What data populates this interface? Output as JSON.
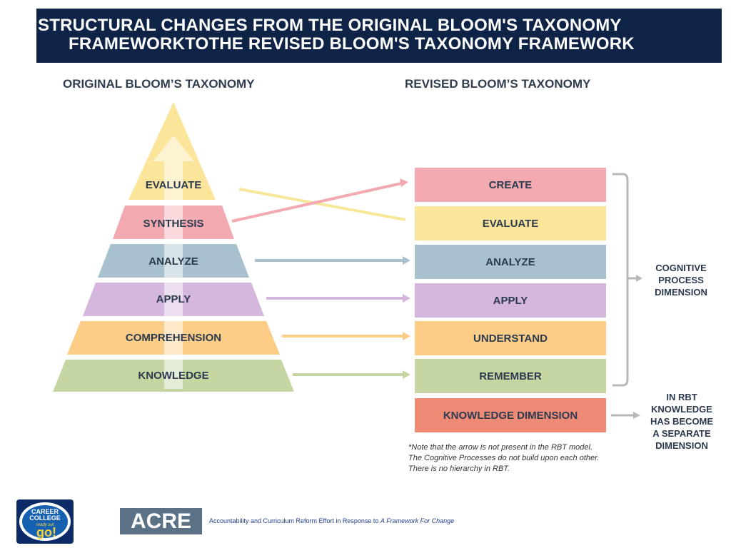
{
  "header": {
    "line1": "STRUCTURAL CHANGES FROM THE ORIGINAL BLOOM'S TAXONOMY",
    "line2": "FRAMEWORKTOTHE REVISED BLOOM'S TAXONOMY FRAMEWORK"
  },
  "original": {
    "heading": "ORIGINAL BLOOM’S TAXONOMY",
    "levels": [
      "EVALUATE",
      "SYNTHESIS",
      "ANALYZE",
      "APPLY",
      "COMPREHENSION",
      "KNOWLEDGE"
    ]
  },
  "revised": {
    "heading": "REVISED BLOOM’S TAXONOMY",
    "levels": [
      "CREATE",
      "EVALUATE",
      "ANALYZE",
      "APPLY",
      "UNDERSTAND",
      "REMEMBER"
    ],
    "knowledge_box": "KNOWLEDGE DIMENSION"
  },
  "side_labels": {
    "cognitive": [
      "COGNITIVE",
      "PROCESS",
      "DIMENSION"
    ],
    "knowledge": [
      "IN RBT",
      "KNOWLEDGE",
      "HAS BECOME",
      "A SEPARATE",
      "DIMENSION"
    ]
  },
  "note": [
    "*Note that the arrow is not present in the RBT model.",
    "The Cognitive Processes do not build upon each other.",
    "There is no hierarchy in RBT."
  ],
  "footer": {
    "logo_text": [
      "CAREER",
      "COLLEGE",
      "ready set",
      "go!"
    ],
    "acre": "ACRE",
    "text_plain": "Accountability and Curriculum Reform Effort in Response to ",
    "text_italic": "A Framework For Change"
  },
  "colors": {
    "yellow": "#fbe59a",
    "pink": "#f2aab0",
    "blue": "#a9c1cf",
    "purple": "#d5b6dd",
    "orange": "#fbcd86",
    "green": "#c5d6a2",
    "red": "#ef8a76",
    "header_bg": "#0e2346"
  }
}
